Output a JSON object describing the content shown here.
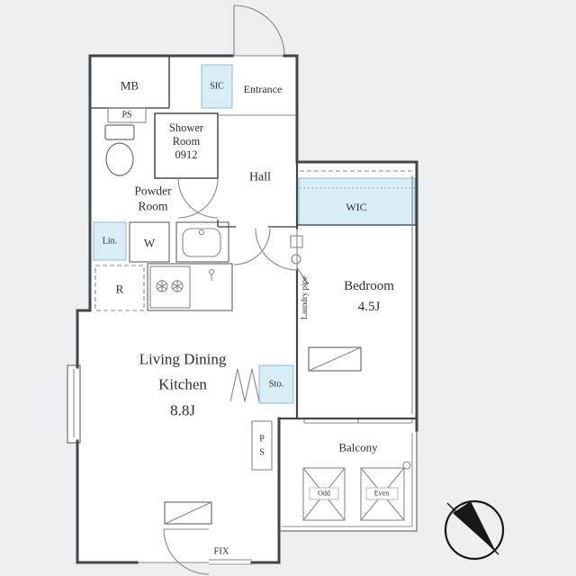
{
  "colors": {
    "background": "#edf0f2",
    "room_fill": "#ffffff",
    "closet_fill": "#d9edf7",
    "wall_ink": "#42464a",
    "compass_ink": "#17181a"
  },
  "labels": {
    "mb": "MB",
    "ps_upper": "PS",
    "sic": "SIC",
    "entrance": "Entrance",
    "shower_line1": "Shower",
    "shower_line2": "Room",
    "shower_line3": "0912",
    "powder_line1": "Powder",
    "powder_line2": "Room",
    "hall": "Hall",
    "wic": "WIC",
    "lin": "Lin.",
    "washer": "W",
    "fridge": "R",
    "bedroom_name": "Bedroom",
    "bedroom_size": "4.5J",
    "laundry_pipe": "Laundry pipe",
    "ldk_line1": "Living Dining",
    "ldk_line2": "Kitchen",
    "ldk_size": "8.8J",
    "sto": "Sto.",
    "ps_lower_top": "P",
    "ps_lower_bottom": "S",
    "balcony": "Balcony",
    "balcony_unit_left": "Odd",
    "balcony_unit_right": "Even",
    "fix": "FIX"
  }
}
